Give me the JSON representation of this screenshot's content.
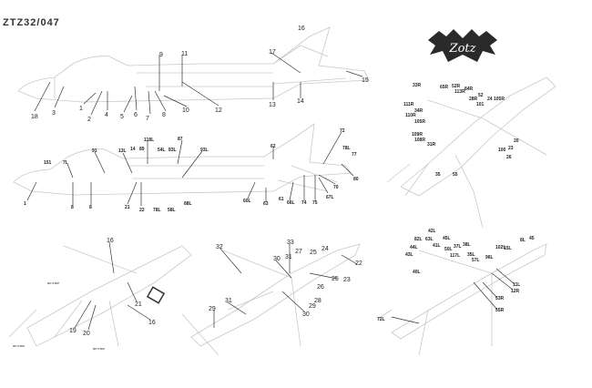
{
  "sheet_code": "ZTZ32/047",
  "logo_text": "Zotz",
  "no_step": "NO STEP",
  "views": {
    "side_top": [
      "18",
      "3",
      "1",
      "2",
      "4",
      "5",
      "6",
      "7",
      "8",
      "9",
      "10",
      "11",
      "12",
      "13",
      "14",
      "15",
      "16",
      "17"
    ],
    "side_bottom": [
      "151",
      "7L",
      "91",
      "1",
      "8",
      "8",
      "13L",
      "14",
      "89",
      "118L",
      "54L",
      "83L",
      "87",
      "93L",
      "21",
      "22",
      "78L",
      "58L",
      "88L",
      "62",
      "60L",
      "63",
      "61",
      "66L",
      "74",
      "75",
      "67L",
      "70",
      "80",
      "77",
      "78L",
      "72"
    ],
    "top_right": [
      "33R",
      "65R",
      "52R",
      "84R",
      "113R",
      "111R",
      "34R",
      "110R",
      "105R",
      "28R",
      "52",
      "24",
      "105R",
      "101",
      "109R",
      "108R",
      "31R",
      "20",
      "23",
      "100",
      "26",
      "35",
      "55"
    ],
    "bottom_left": [
      "16",
      "16",
      "21",
      "19",
      "20"
    ],
    "bottom_mid": [
      "32",
      "33",
      "30",
      "31",
      "27",
      "25",
      "24",
      "22",
      "25",
      "23",
      "26",
      "28",
      "29",
      "30",
      "31",
      "29"
    ],
    "bottom_right": [
      "42L",
      "82L",
      "63L",
      "41L",
      "45L",
      "44L",
      "43L",
      "50L",
      "37L",
      "38L",
      "117L",
      "35L",
      "57L",
      "96L",
      "102L",
      "15L",
      "8L",
      "45",
      "40L",
      "11L",
      "12R",
      "53R",
      "55R",
      "72L"
    ]
  }
}
